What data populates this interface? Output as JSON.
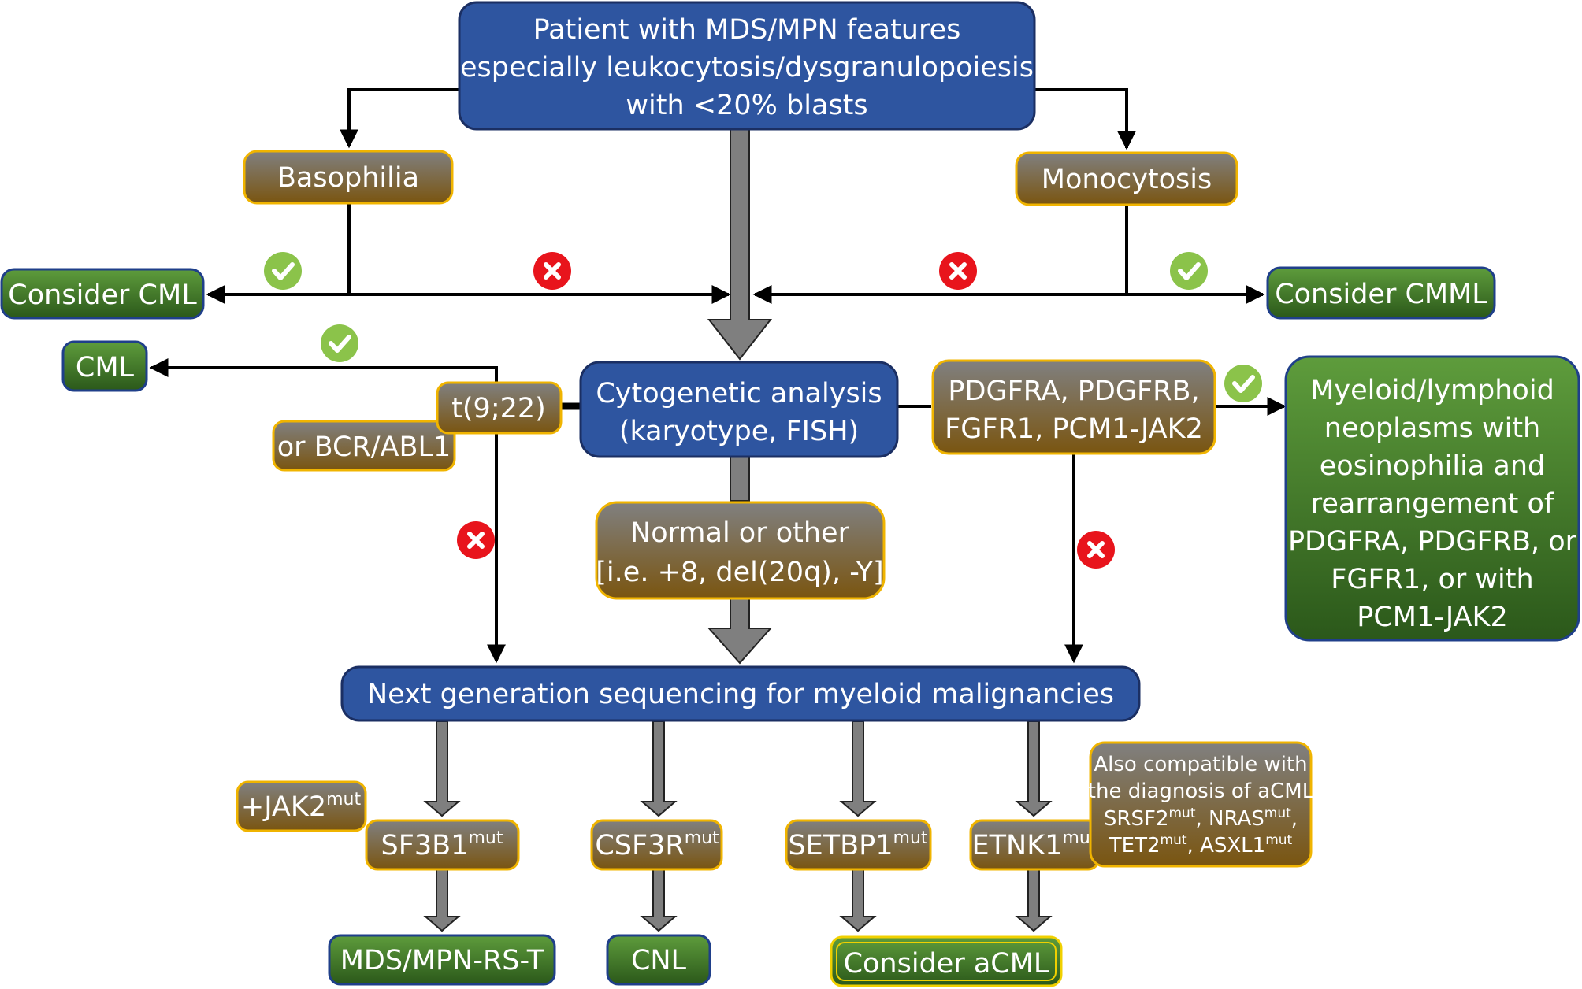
{
  "nodes": {
    "patient": {
      "line1": "Patient with MDS/MPN features",
      "line2": "(especially leukocytosis/dysgranulopoiesis)",
      "line3": "with <20% blasts"
    },
    "basophilia": "Basophilia",
    "monocytosis": "Monocytosis",
    "consider_cml": "Consider CML",
    "consider_cmml": "Consider CMML",
    "cml": "CML",
    "t922": "t(9;22)",
    "bcr_abl1": "or BCR/ABL1",
    "cytogenetic": {
      "line1": "Cytogenetic analysis",
      "line2": "(karyotype, FISH)"
    },
    "pdgf": {
      "line1": "PDGFRA, PDGFRB,",
      "line2": "FGFR1, PCM1-JAK2"
    },
    "myeloid_lymphoid": {
      "line1": "Myeloid/lymphoid",
      "line2": "neoplasms with",
      "line3": "eosinophilia and",
      "line4": "rearrangement of",
      "line5": "PDGFRA, PDGFRB, or",
      "line6": "FGFR1, or with",
      "line7": "PCM1-JAK2"
    },
    "normal_other": {
      "line1": "Normal or other",
      "line2": "[i.e. +8, del(20q), -Y]"
    },
    "ngs": "Next generation sequencing for myeloid malignancies",
    "jak2": {
      "base": "+JAK2",
      "sup": "mut"
    },
    "sf3b1": {
      "base": "SF3B1",
      "sup": "mut"
    },
    "csf3r": {
      "base": "CSF3R",
      "sup": "mut"
    },
    "setbp1": {
      "base": "SETBP1",
      "sup": "mut"
    },
    "etnk1": {
      "base": "ETNK1",
      "sup": "mut"
    },
    "also_compatible": {
      "line1": "Also compatible with",
      "line2": "the diagnosis of aCML",
      "srsf2": "SRSF2",
      "nras": "NRAS",
      "tet2": "TET2",
      "asxl1": "ASXL1",
      "sup": "mut"
    },
    "mds_mpn_rs_t": "MDS/MPN-RS-T",
    "cnl": "CNL",
    "consider_acml": "Consider aCML"
  },
  "colors": {
    "blue_box": "#2e55a0",
    "blue_border": "#1b2f63",
    "brown_top": "#7a7a7a",
    "brown_bottom": "#7a5712",
    "gold_border": "#f0b400",
    "green_top": "#5c9a3b",
    "green_bottom": "#2c5a1b",
    "green_border": "#1f3f8a",
    "arrow_gray": "#7f7f7f",
    "check_green": "#8bc34a",
    "cross_red": "#e8141c"
  },
  "icons": {
    "yes": "check-icon",
    "no": "cross-icon"
  }
}
